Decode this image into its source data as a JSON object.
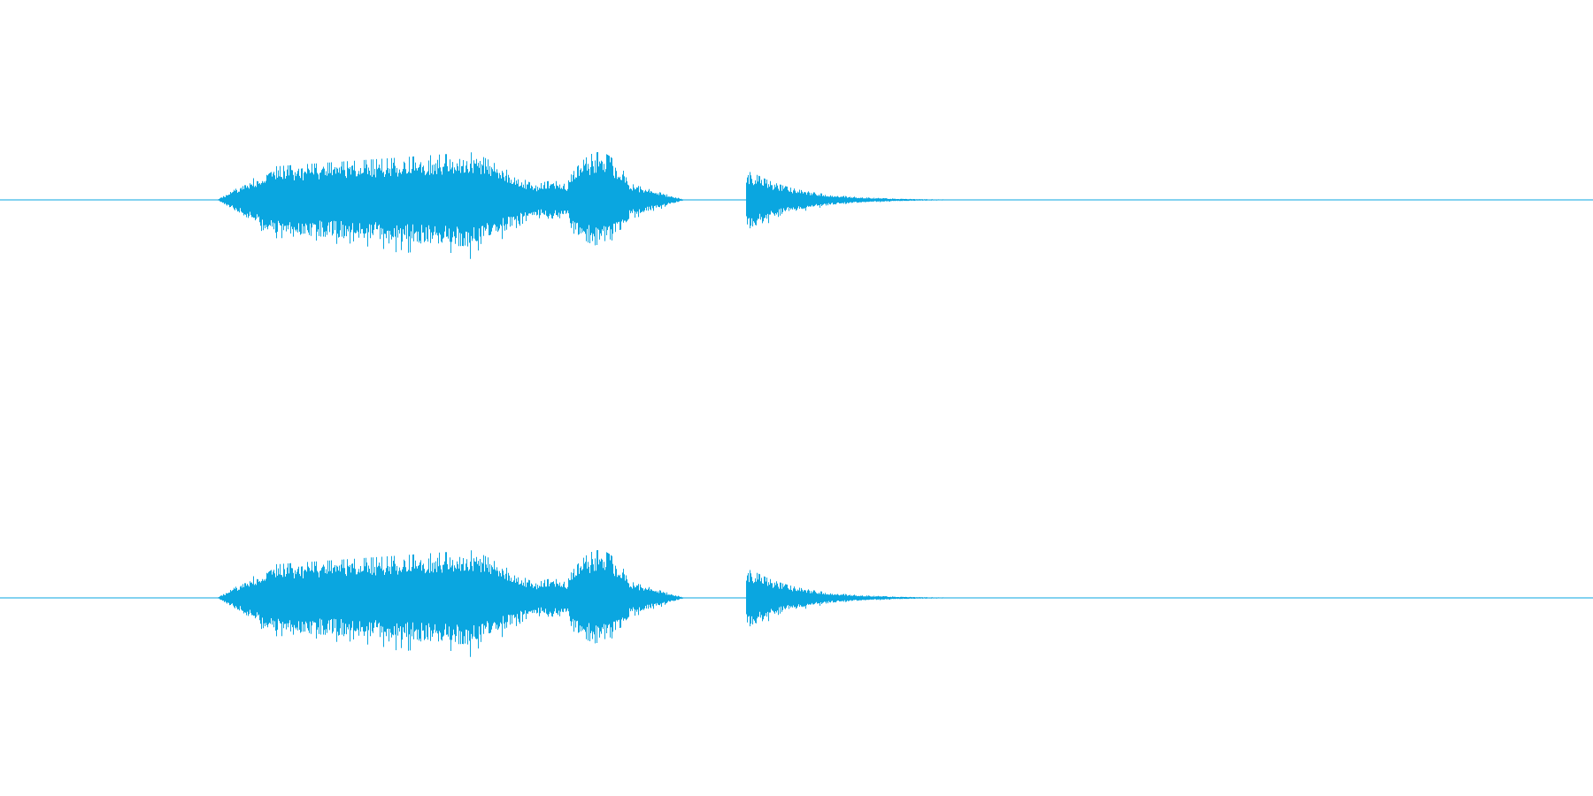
{
  "waveform": {
    "color": "#0aa6e0",
    "channels": [
      {
        "name": "",
        "role": "left-channel"
      },
      {
        "name": "",
        "role": "right-channel"
      }
    ],
    "segments_fraction": [
      {
        "start": 0.136,
        "end": 0.43,
        "peak": 0.58
      },
      {
        "start": 0.468,
        "end": 0.593,
        "peak": 0.34
      }
    ]
  }
}
